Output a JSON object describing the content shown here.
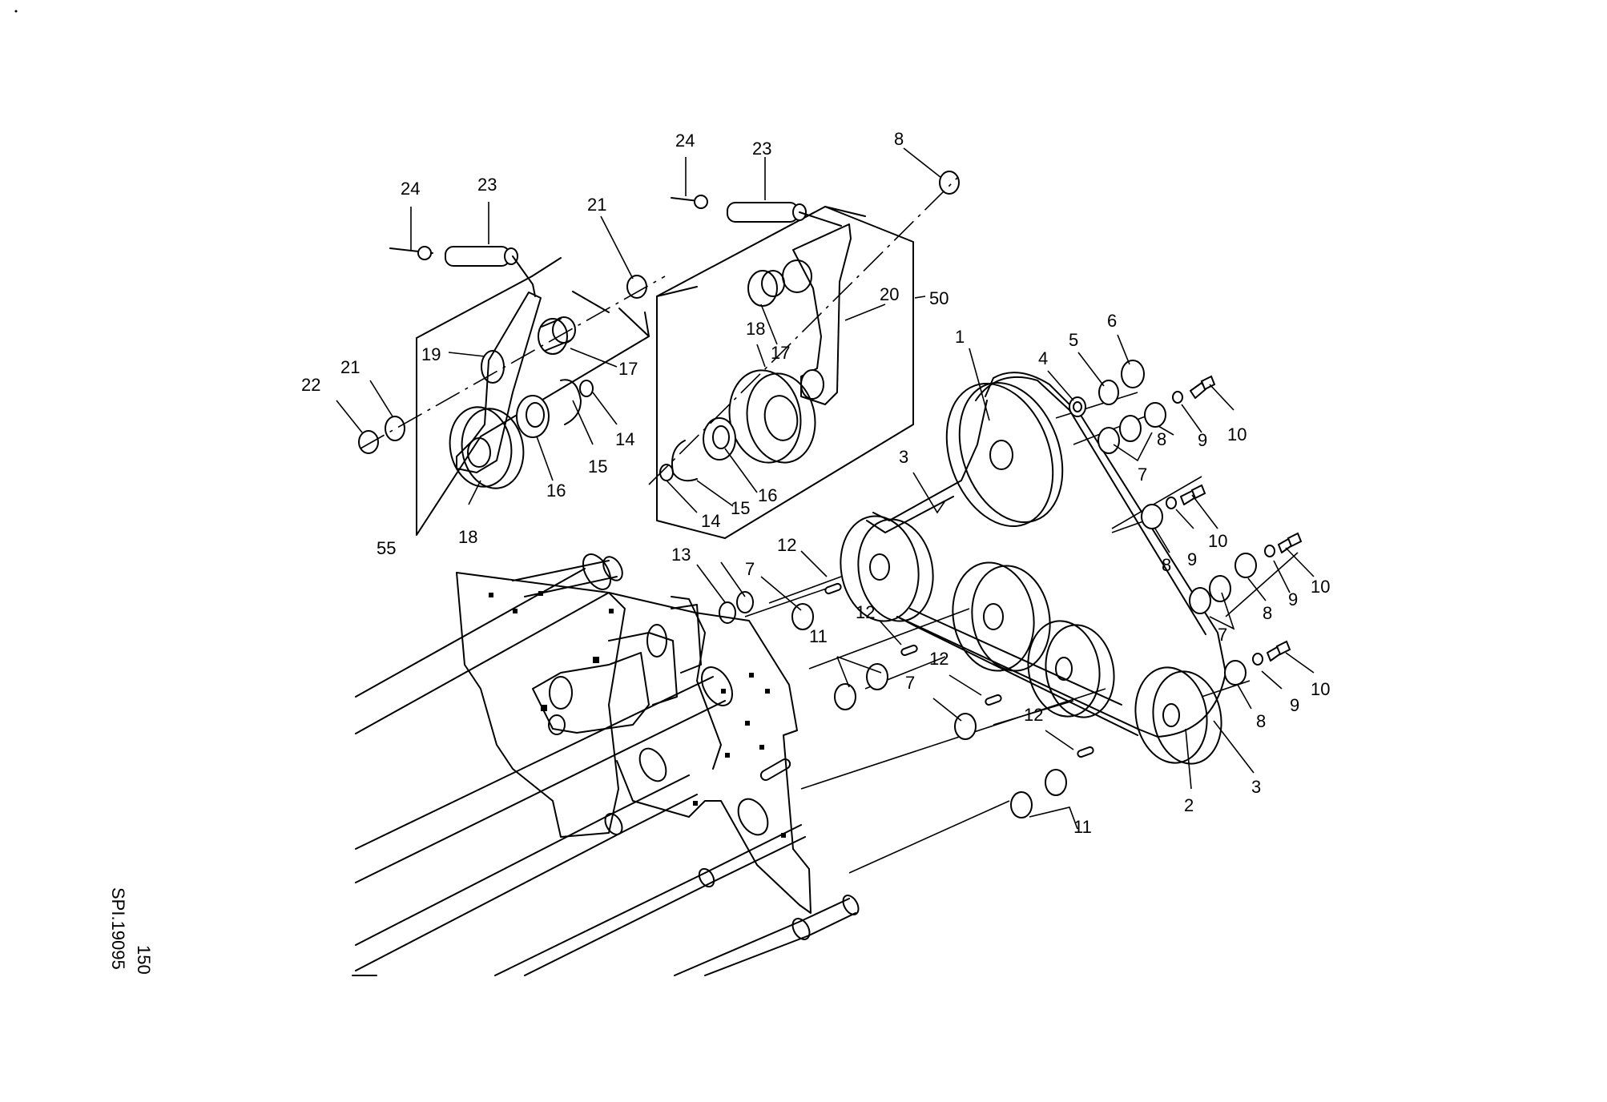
{
  "figure": {
    "code": "SPI.19095",
    "number": "150"
  },
  "callouts": [
    {
      "id": "c-24a",
      "text": "24"
    },
    {
      "id": "c-23a",
      "text": "23"
    },
    {
      "id": "c-24b",
      "text": "24"
    },
    {
      "id": "c-23b",
      "text": "23"
    },
    {
      "id": "c-8a",
      "text": "8"
    },
    {
      "id": "c-21a",
      "text": "21"
    },
    {
      "id": "c-20",
      "text": "20"
    },
    {
      "id": "c-50",
      "text": "50"
    },
    {
      "id": "c-19",
      "text": "19"
    },
    {
      "id": "c-17a",
      "text": "17"
    },
    {
      "id": "c-18a",
      "text": "18"
    },
    {
      "id": "c-17b",
      "text": "17"
    },
    {
      "id": "c-22",
      "text": "22"
    },
    {
      "id": "c-21b",
      "text": "21"
    },
    {
      "id": "c-14a",
      "text": "14"
    },
    {
      "id": "c-15a",
      "text": "15"
    },
    {
      "id": "c-16a",
      "text": "16"
    },
    {
      "id": "c-18b",
      "text": "18"
    },
    {
      "id": "c-55",
      "text": "55"
    },
    {
      "id": "c-14b",
      "text": "14"
    },
    {
      "id": "c-15b",
      "text": "15"
    },
    {
      "id": "c-16b",
      "text": "16"
    },
    {
      "id": "c-1",
      "text": "1"
    },
    {
      "id": "c-4",
      "text": "4"
    },
    {
      "id": "c-5",
      "text": "5"
    },
    {
      "id": "c-6",
      "text": "6"
    },
    {
      "id": "c-8b",
      "text": "8"
    },
    {
      "id": "c-9a",
      "text": "9"
    },
    {
      "id": "c-10a",
      "text": "10"
    },
    {
      "id": "c-7a",
      "text": "7"
    },
    {
      "id": "c-3a",
      "text": "3"
    },
    {
      "id": "c-10b",
      "text": "10"
    },
    {
      "id": "c-8c",
      "text": "8"
    },
    {
      "id": "c-9b",
      "text": "9"
    },
    {
      "id": "c-10c",
      "text": "10"
    },
    {
      "id": "c-9c",
      "text": "9"
    },
    {
      "id": "c-8d",
      "text": "8"
    },
    {
      "id": "c-7b",
      "text": "7"
    },
    {
      "id": "c-13",
      "text": "13"
    },
    {
      "id": "c-7c",
      "text": "7"
    },
    {
      "id": "c-12a",
      "text": "12"
    },
    {
      "id": "c-12b",
      "text": "12"
    },
    {
      "id": "c-11a",
      "text": "11"
    },
    {
      "id": "c-12c",
      "text": "12"
    },
    {
      "id": "c-7d",
      "text": "7"
    },
    {
      "id": "c-12d",
      "text": "12"
    },
    {
      "id": "c-10d",
      "text": "10"
    },
    {
      "id": "c-9d",
      "text": "9"
    },
    {
      "id": "c-8e",
      "text": "8"
    },
    {
      "id": "c-2",
      "text": "2"
    },
    {
      "id": "c-3b",
      "text": "3"
    },
    {
      "id": "c-11b",
      "text": "11"
    }
  ]
}
